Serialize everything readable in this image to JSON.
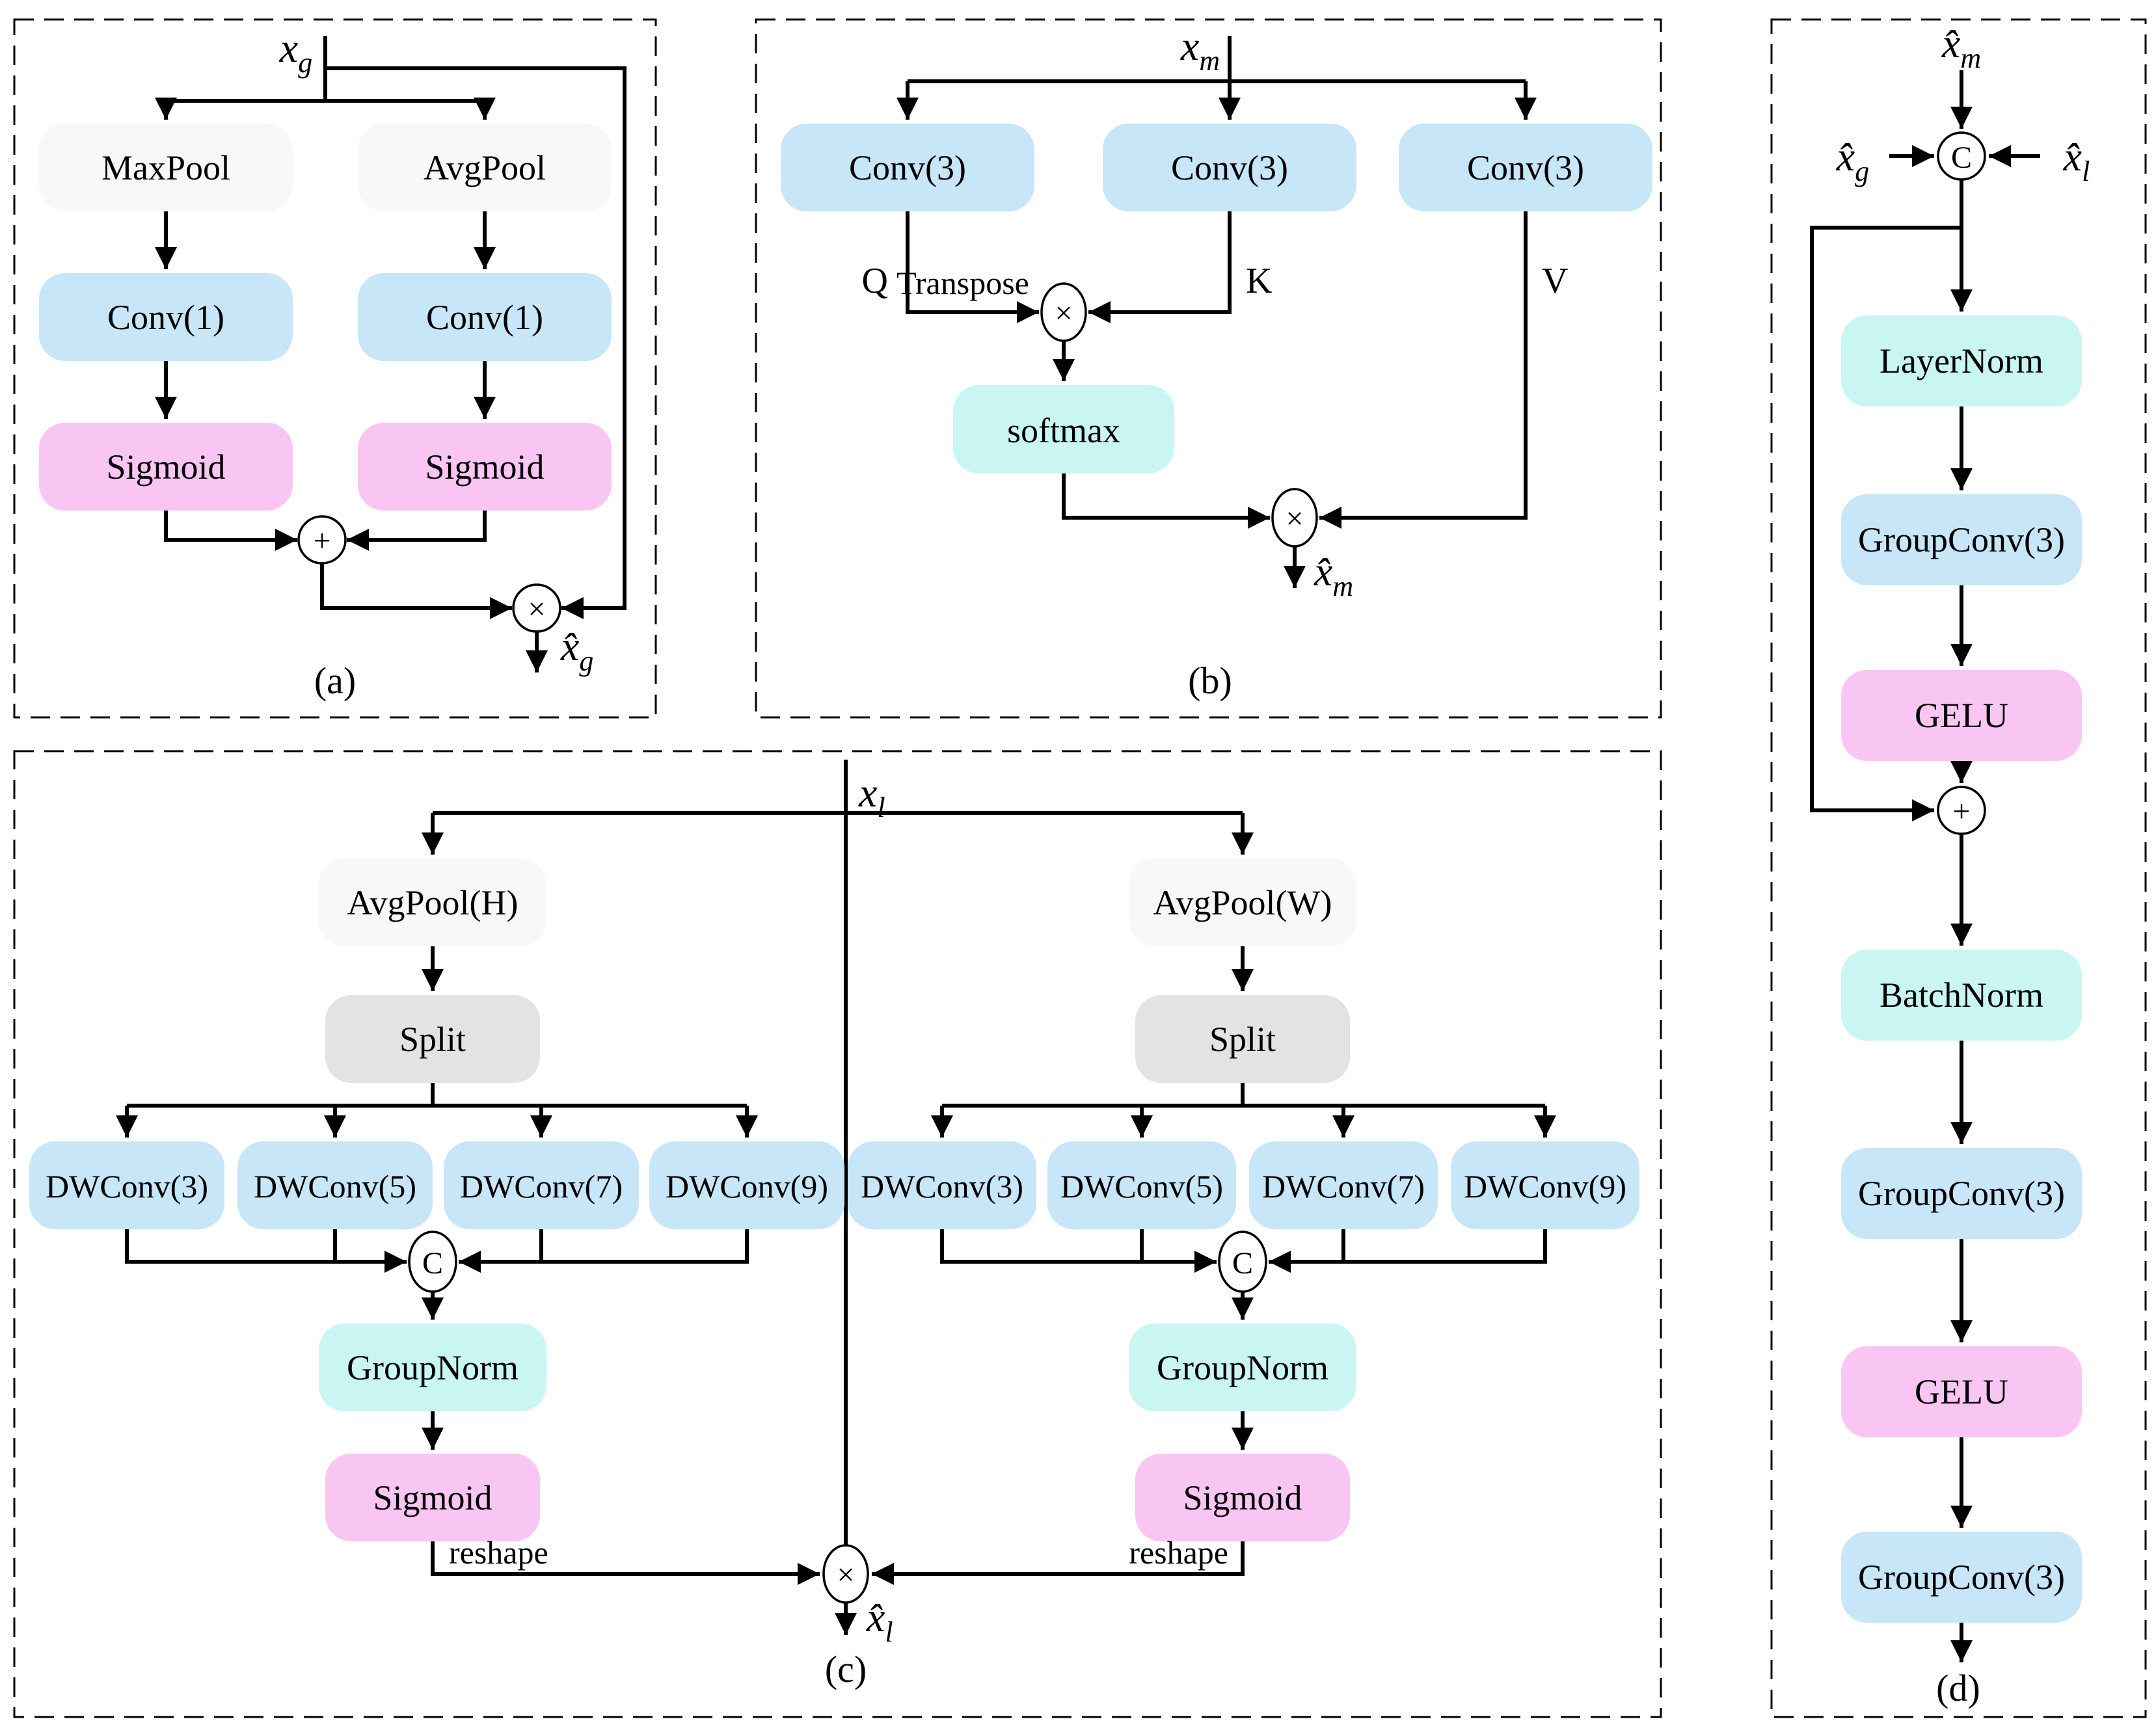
{
  "colors": {
    "conv_blue": "#c7e6f8",
    "activation_pink": "#f9c6f3",
    "norm_cyan": "#c9f6f2",
    "pool_gray": "#f8f8f8",
    "split_gray": "#e3e3e3",
    "line": "#000000",
    "background": "#ffffff"
  },
  "operators": {
    "multiply": "×",
    "add": "+",
    "concat": "C"
  },
  "panels": {
    "a": {
      "caption": "(a)",
      "input": {
        "base": "x",
        "sub": "g"
      },
      "output": {
        "base": "x̂",
        "sub": "g"
      },
      "maxpool": "MaxPool",
      "avgpool": "AvgPool",
      "conv_left": "Conv(1)",
      "conv_right": "Conv(1)",
      "sigmoid_left": "Sigmoid",
      "sigmoid_right": "Sigmoid"
    },
    "b": {
      "caption": "(b)",
      "input": {
        "base": "x",
        "sub": "m"
      },
      "output": {
        "base": "x̂",
        "sub": "m"
      },
      "conv_q": "Conv(3)",
      "conv_k": "Conv(3)",
      "conv_v": "Conv(3)",
      "q": "Q",
      "k": "K",
      "v": "V",
      "transpose": "Transpose",
      "softmax": "softmax"
    },
    "c": {
      "caption": "(c)",
      "input": {
        "base": "x",
        "sub": "l"
      },
      "output": {
        "base": "x̂",
        "sub": "l"
      },
      "avgpool_h": "AvgPool(H)",
      "avgpool_w": "AvgPool(W)",
      "split_left": "Split",
      "split_right": "Split",
      "dw_left": [
        "DWConv(3)",
        "DWConv(5)",
        "DWConv(7)",
        "DWConv(9)"
      ],
      "dw_right": [
        "DWConv(3)",
        "DWConv(5)",
        "DWConv(7)",
        "DWConv(9)"
      ],
      "groupnorm_left": "GroupNorm",
      "groupnorm_right": "GroupNorm",
      "sigmoid_left": "Sigmoid",
      "sigmoid_right": "Sigmoid",
      "reshape_left": "reshape",
      "reshape_right": "reshape"
    },
    "d": {
      "caption": "(d)",
      "input_m": {
        "base": "x̂",
        "sub": "m"
      },
      "input_g": {
        "base": "x̂",
        "sub": "g"
      },
      "input_l": {
        "base": "x̂",
        "sub": "l"
      },
      "layernorm": "LayerNorm",
      "groupconv1": "GroupConv(3)",
      "gelu1": "GELU",
      "batchnorm": "BatchNorm",
      "groupconv2": "GroupConv(3)",
      "gelu2": "GELU",
      "groupconv3": "GroupConv(3)"
    }
  }
}
